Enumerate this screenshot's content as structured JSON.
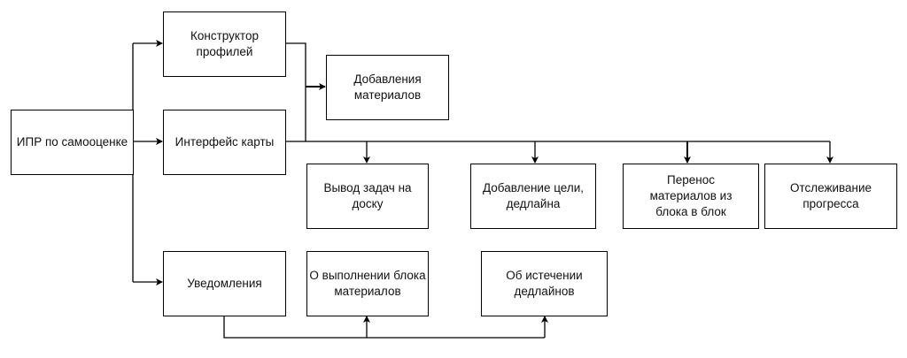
{
  "nodes": {
    "ipr": "ИПР по самооценке",
    "constructor": "Конструктор\nпрофилей",
    "interface": "Интерфейс карты",
    "notifications": "Уведомления",
    "add_materials": "Добавления\nматериалов",
    "tasks_board": "Вывод задач на\nдоску",
    "add_goal": "Добавление цели,\nдедлайна",
    "move_materials": "Перенос\nматериалов из\nблока в блок",
    "progress": "Отслеживание\nпрогресса",
    "block_done": "О выполнении блока\nматериалов",
    "deadline_expired": "Об истечении\nдедлайнов"
  }
}
